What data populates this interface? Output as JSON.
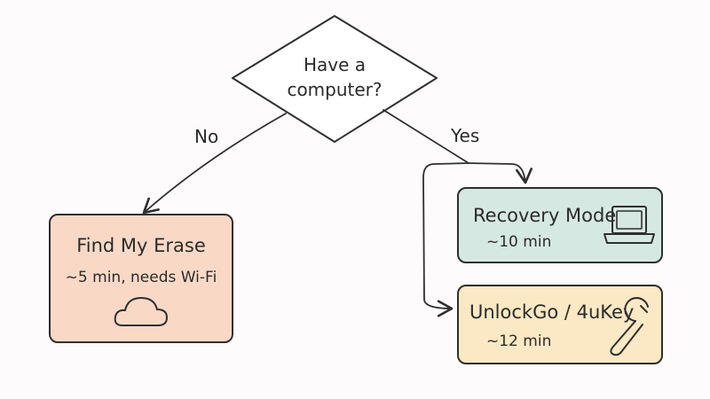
{
  "decision": {
    "line1": "Have a",
    "line2": "computer?"
  },
  "edges": {
    "no_label": "No",
    "yes_label": "Yes"
  },
  "nodes": {
    "find_my": {
      "title": "Find My Erase",
      "subtitle": "~5 min, needs Wi-Fi",
      "icon": "cloud-icon",
      "fill": "#f9d9c6",
      "stroke": "#2f2f2f"
    },
    "recovery": {
      "title": "Recovery Mode",
      "subtitle": "~10 min",
      "icon": "laptop-icon",
      "fill": "#d6e8e2",
      "stroke": "#2f2f2f"
    },
    "unlockgo": {
      "title": "UnlockGo / 4uKey",
      "subtitle": "~12 min",
      "icon": "wrench-icon",
      "fill": "#fbe8c4",
      "stroke": "#2f2f2f"
    }
  }
}
